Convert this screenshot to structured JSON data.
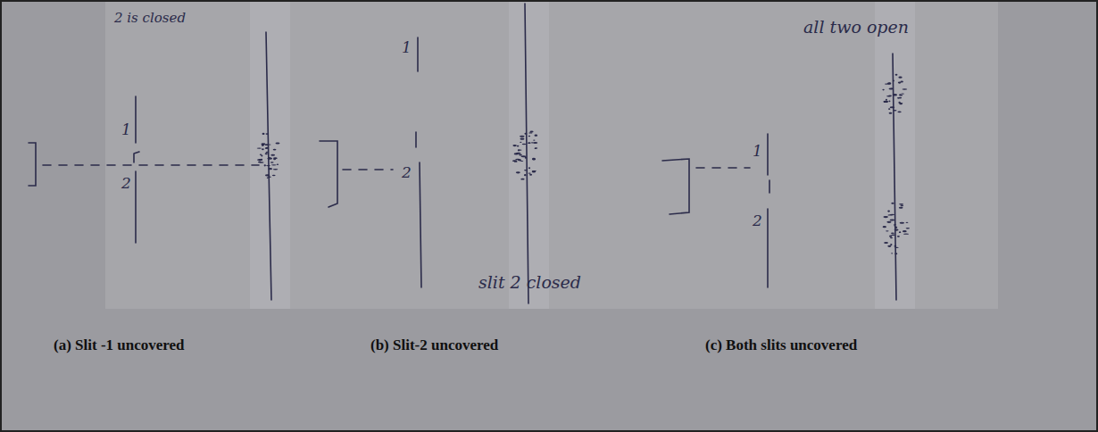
{
  "diagram": {
    "labels": [
      "2 is closed",
      "1",
      "2",
      "1",
      "2",
      "slit 2 closed",
      "all two open",
      "1",
      "2",
      "(a) Slit -1 uncovered",
      "(b) Slit-2 uncovered",
      "(c) Both slits uncovered"
    ]
  }
}
